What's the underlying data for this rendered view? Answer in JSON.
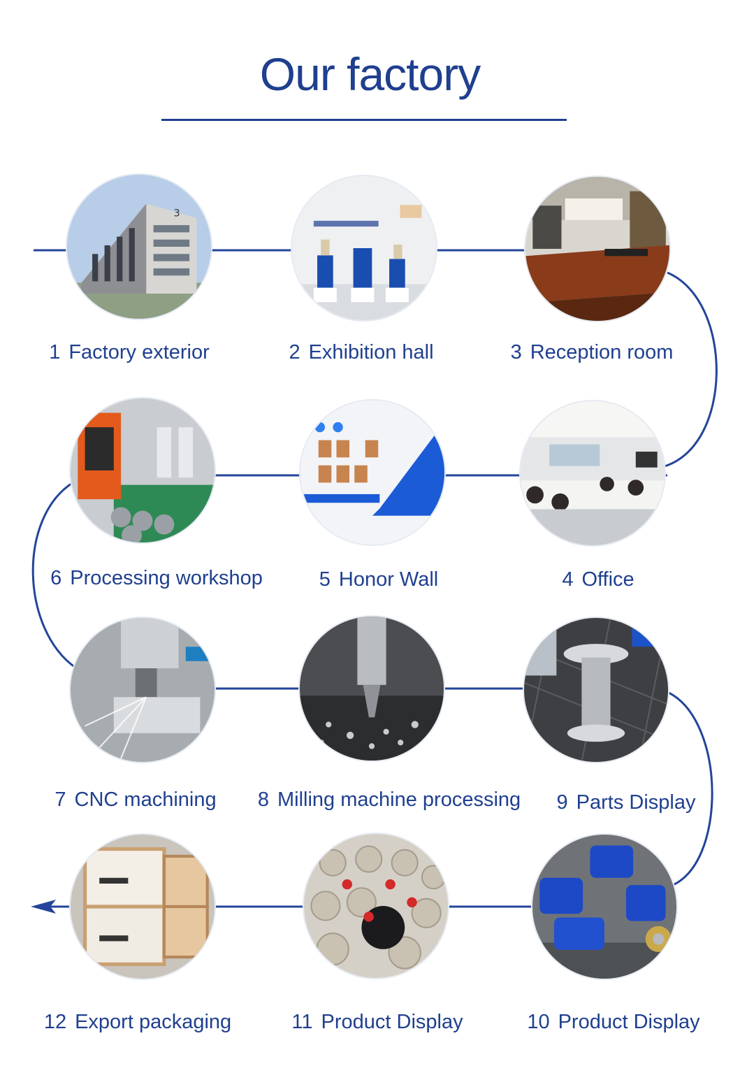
{
  "page": {
    "title": "Our factory",
    "accent_color": "#1f3f8f",
    "line_color": "#23449a"
  },
  "steps": [
    {
      "num": "1",
      "label": "Factory exterior",
      "icon": "building-photo-icon"
    },
    {
      "num": "2",
      "label": "Exhibition hall",
      "icon": "showroom-photo-icon"
    },
    {
      "num": "3",
      "label": "Reception room",
      "icon": "reception-photo-icon"
    },
    {
      "num": "4",
      "label": "Office",
      "icon": "office-photo-icon"
    },
    {
      "num": "5",
      "label": "Honor Wall",
      "icon": "honor-wall-photo-icon"
    },
    {
      "num": "6",
      "label": "Processing workshop",
      "icon": "workshop-photo-icon"
    },
    {
      "num": "7",
      "label": "CNC machining",
      "icon": "cnc-photo-icon"
    },
    {
      "num": "8",
      "label": "Milling machine processing",
      "icon": "milling-photo-icon"
    },
    {
      "num": "9",
      "label": "Parts Display",
      "icon": "parts-photo-icon"
    },
    {
      "num": "10",
      "label": "Product Display",
      "icon": "motor-pumps-photo-icon"
    },
    {
      "num": "11",
      "label": "Product Display",
      "icon": "diaphragm-pumps-photo-icon"
    },
    {
      "num": "12",
      "label": "Export packaging",
      "icon": "crates-photo-icon"
    }
  ]
}
